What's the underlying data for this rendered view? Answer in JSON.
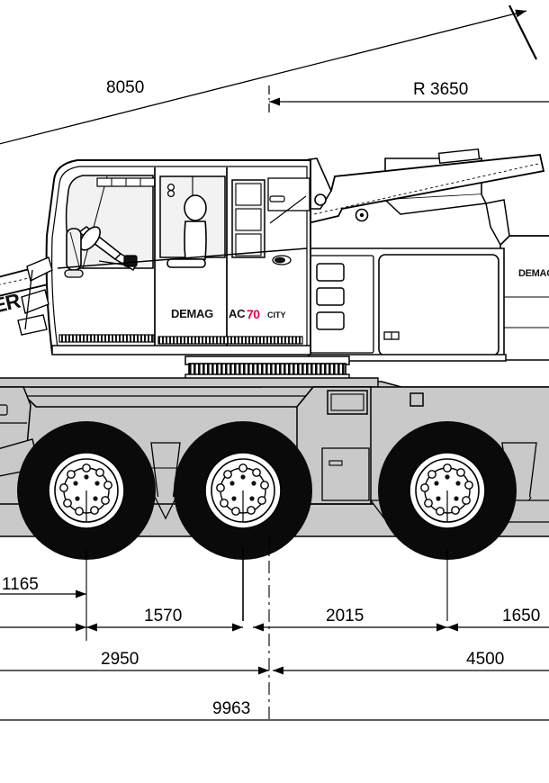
{
  "drawing": {
    "subject": "Demag AC 70 City mobile crane - side elevation dimensioned drawing",
    "view": "side elevation",
    "units": "mm"
  },
  "branding": {
    "cab_logo": {
      "demag": "DEMAG",
      "ac": "AC",
      "model_number": "70",
      "city": "CITY",
      "accent_color": "#E3004F"
    },
    "counterweight_logo": "DEMAG",
    "boom_logo": "ER"
  },
  "dimensions": {
    "boom_length": {
      "label": "8050",
      "value": 8050
    },
    "tail_radius": {
      "label": "R 3650",
      "value": 3650
    },
    "front_overhang": {
      "label": "1165",
      "value": 1165
    },
    "axle_1_to_2": {
      "label": "1570",
      "value": 1570
    },
    "axle_2_to_slew": {
      "label": "2015",
      "value": 2015
    },
    "slew_to_axle_3": {
      "label": "1650",
      "value": 1650
    },
    "front_to_slew": {
      "label": "2950",
      "value": 2950
    },
    "slew_to_rear": {
      "label": "4500",
      "value": 4500
    },
    "overall_length": {
      "label": "9963",
      "value": 9963
    }
  },
  "colors": {
    "line": "#000000",
    "carrier_fill": "#c9c9c9",
    "glass_fill": "#f2f2f2",
    "tire_fill": "#0a0a0a",
    "accent": "#E3004F",
    "background": "#ffffff"
  }
}
